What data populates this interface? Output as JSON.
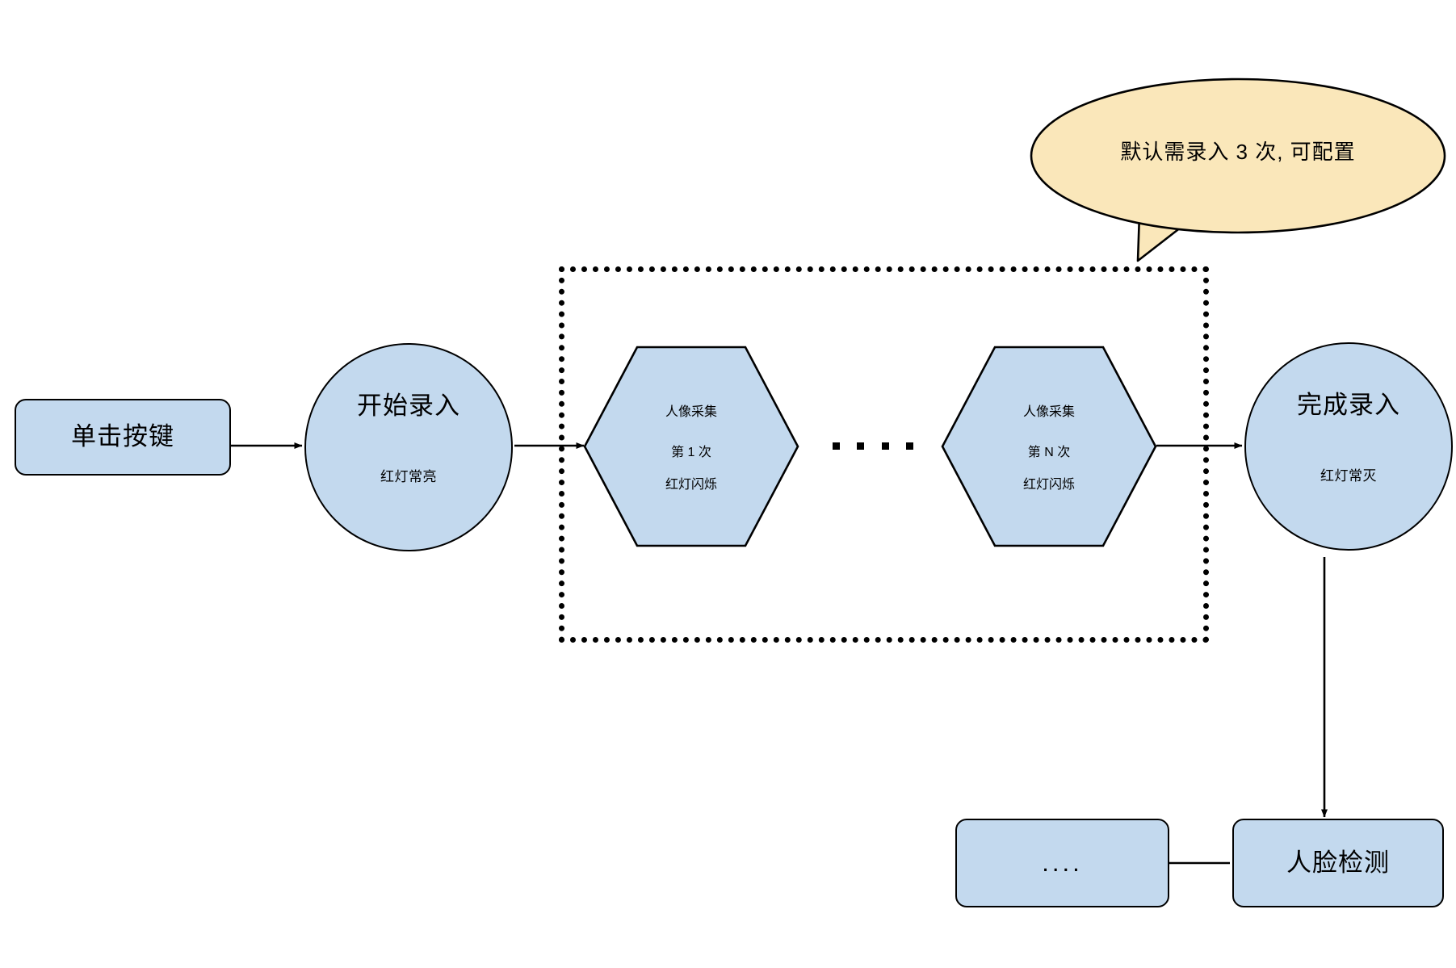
{
  "diagram": {
    "title": "人脸录入流程图",
    "colors": {
      "node_fill": "#c3d9ee",
      "node_stroke": "#000000",
      "callout_fill": "#fae7ba",
      "callout_stroke": "#000000",
      "background": "#ffffff",
      "edge": "#000000"
    },
    "nodes": [
      {
        "id": "click-button",
        "shape": "rounded-rect",
        "title": "单击按键",
        "sub": ""
      },
      {
        "id": "start-enroll",
        "shape": "circle",
        "title": "开始录入",
        "sub": "红灯常亮"
      },
      {
        "id": "capture-first",
        "shape": "hexagon",
        "title": "人像采集",
        "title2": "第 1 次",
        "sub": "红灯闪烁"
      },
      {
        "id": "capture-nth",
        "shape": "hexagon",
        "title": "人像采集",
        "title2": "第 N 次",
        "sub": "红灯闪烁"
      },
      {
        "id": "finish-enroll",
        "shape": "circle",
        "title": "完成录入",
        "sub": "红灯常灭"
      },
      {
        "id": "face-detect",
        "shape": "rounded-rect",
        "title": "人脸检测",
        "sub": ""
      },
      {
        "id": "more-steps",
        "shape": "rounded-rect",
        "title": "....",
        "sub": ""
      }
    ],
    "callout": {
      "text": "默认需录入 3 次, 可配置"
    },
    "loop_region": {
      "label": "采集循环区域",
      "border_style": "dotted"
    },
    "ellipsis_dots": {
      "count": 4,
      "label": "重复采集省略号"
    },
    "edges": [
      {
        "from": "click-button",
        "to": "start-enroll"
      },
      {
        "from": "start-enroll",
        "to": "capture-first"
      },
      {
        "from": "capture-nth",
        "to": "finish-enroll"
      },
      {
        "from": "finish-enroll",
        "to": "face-detect"
      },
      {
        "from": "face-detect",
        "to": "more-steps"
      }
    ]
  }
}
